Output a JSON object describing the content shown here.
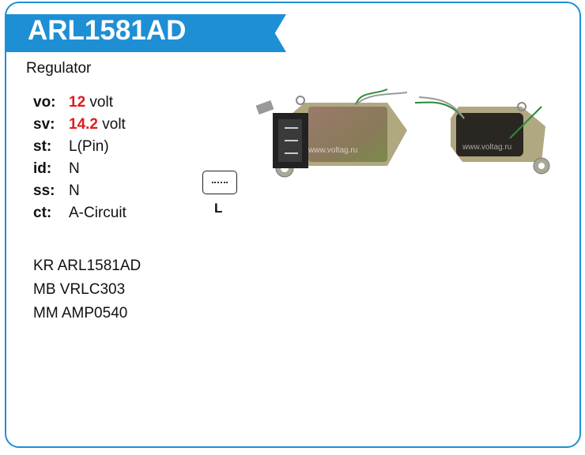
{
  "header": {
    "title": "ARL1581AD",
    "accent": "#1e8fd5"
  },
  "type": "Regulator",
  "specs": [
    {
      "key": "vo:",
      "value": "12",
      "unit": "volt"
    },
    {
      "key": "sv:",
      "value": "14.2",
      "unit": "volt"
    },
    {
      "key": "st:",
      "value": "L(Pin)"
    },
    {
      "key": "id:",
      "value": "N"
    },
    {
      "key": "ss:",
      "value": "N"
    },
    {
      "key": "ct:",
      "value": "A-Circuit"
    }
  ],
  "connector": {
    "label": "L"
  },
  "references": [
    "KR ARL1581AD",
    "MB VRLC303",
    "MM AMP0540"
  ],
  "photo": {
    "watermark": "www.voltag.ru"
  }
}
